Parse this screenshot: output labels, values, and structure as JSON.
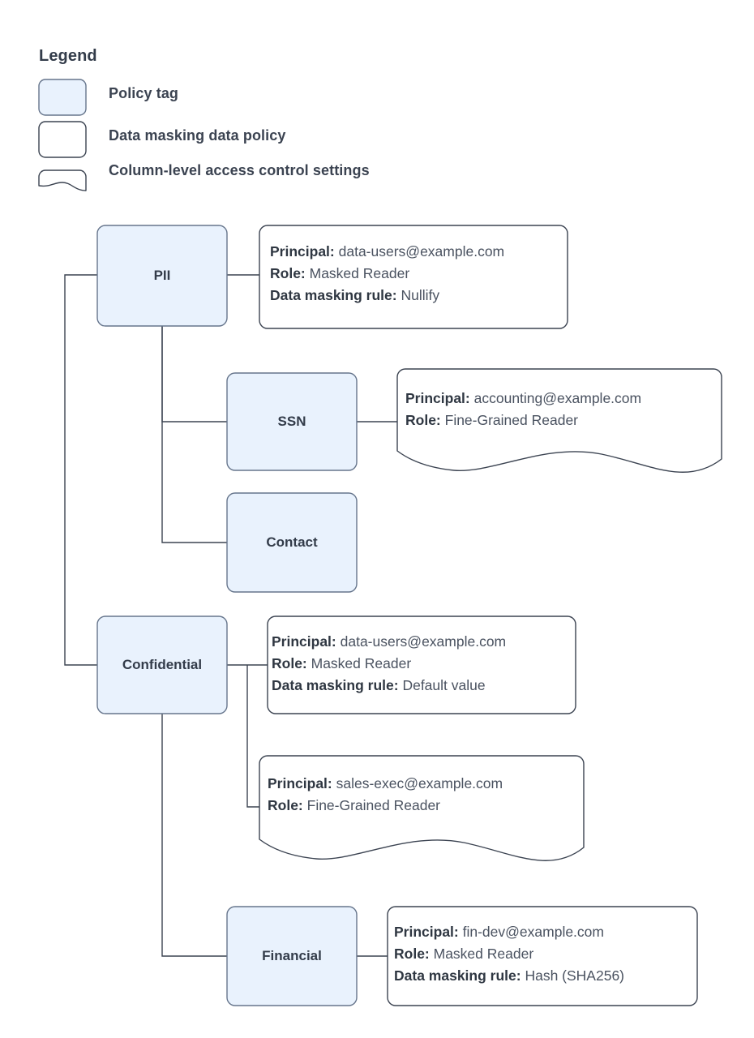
{
  "legend": {
    "title": "Legend",
    "items": [
      {
        "shape": "policy-tag-swatch",
        "label": "Policy tag"
      },
      {
        "shape": "data-masking-policy-swatch",
        "label": "Data masking data policy"
      },
      {
        "shape": "column-access-settings-swatch",
        "label": "Column-level access control settings"
      }
    ]
  },
  "colors": {
    "tag_fill": "#e9f2fd",
    "tag_stroke": "#66758c",
    "box_stroke": "#3b4351",
    "connector": "#3b4351",
    "text": "#3b4351",
    "heading_text": "#333c4a"
  },
  "nodes": [
    {
      "id": "pii",
      "label": "PII"
    },
    {
      "id": "ssn",
      "label": "SSN"
    },
    {
      "id": "contact",
      "label": "Contact"
    },
    {
      "id": "confidential",
      "label": "Confidential"
    },
    {
      "id": "financial",
      "label": "Financial"
    }
  ],
  "policies": {
    "pii": {
      "kind": "data-masking-policy",
      "principal_label": "Principal:",
      "principal_value": "data-users@example.com",
      "role_label": "Role:",
      "role_value": "Masked Reader",
      "rule_label": "Data masking rule:",
      "rule_value": "Nullify"
    },
    "ssn": {
      "kind": "column-access-settings",
      "principal_label": "Principal:",
      "principal_value": "accounting@example.com",
      "role_label": "Role:",
      "role_value": "Fine-Grained Reader"
    },
    "confidential": {
      "kind": "data-masking-policy",
      "principal_label": "Principal:",
      "principal_value": "data-users@example.com",
      "role_label": "Role:",
      "role_value": "Masked Reader",
      "rule_label": "Data masking rule:",
      "rule_value": "Default value"
    },
    "confidential_access": {
      "kind": "column-access-settings",
      "principal_label": "Principal:",
      "principal_value": "sales-exec@example.com",
      "role_label": "Role:",
      "role_value": "Fine-Grained Reader"
    },
    "financial": {
      "kind": "data-masking-policy",
      "principal_label": "Principal:",
      "principal_value": "fin-dev@example.com",
      "role_label": "Role:",
      "role_value": "Masked Reader",
      "rule_label": "Data masking rule:",
      "rule_value": "Hash (SHA256)"
    }
  }
}
